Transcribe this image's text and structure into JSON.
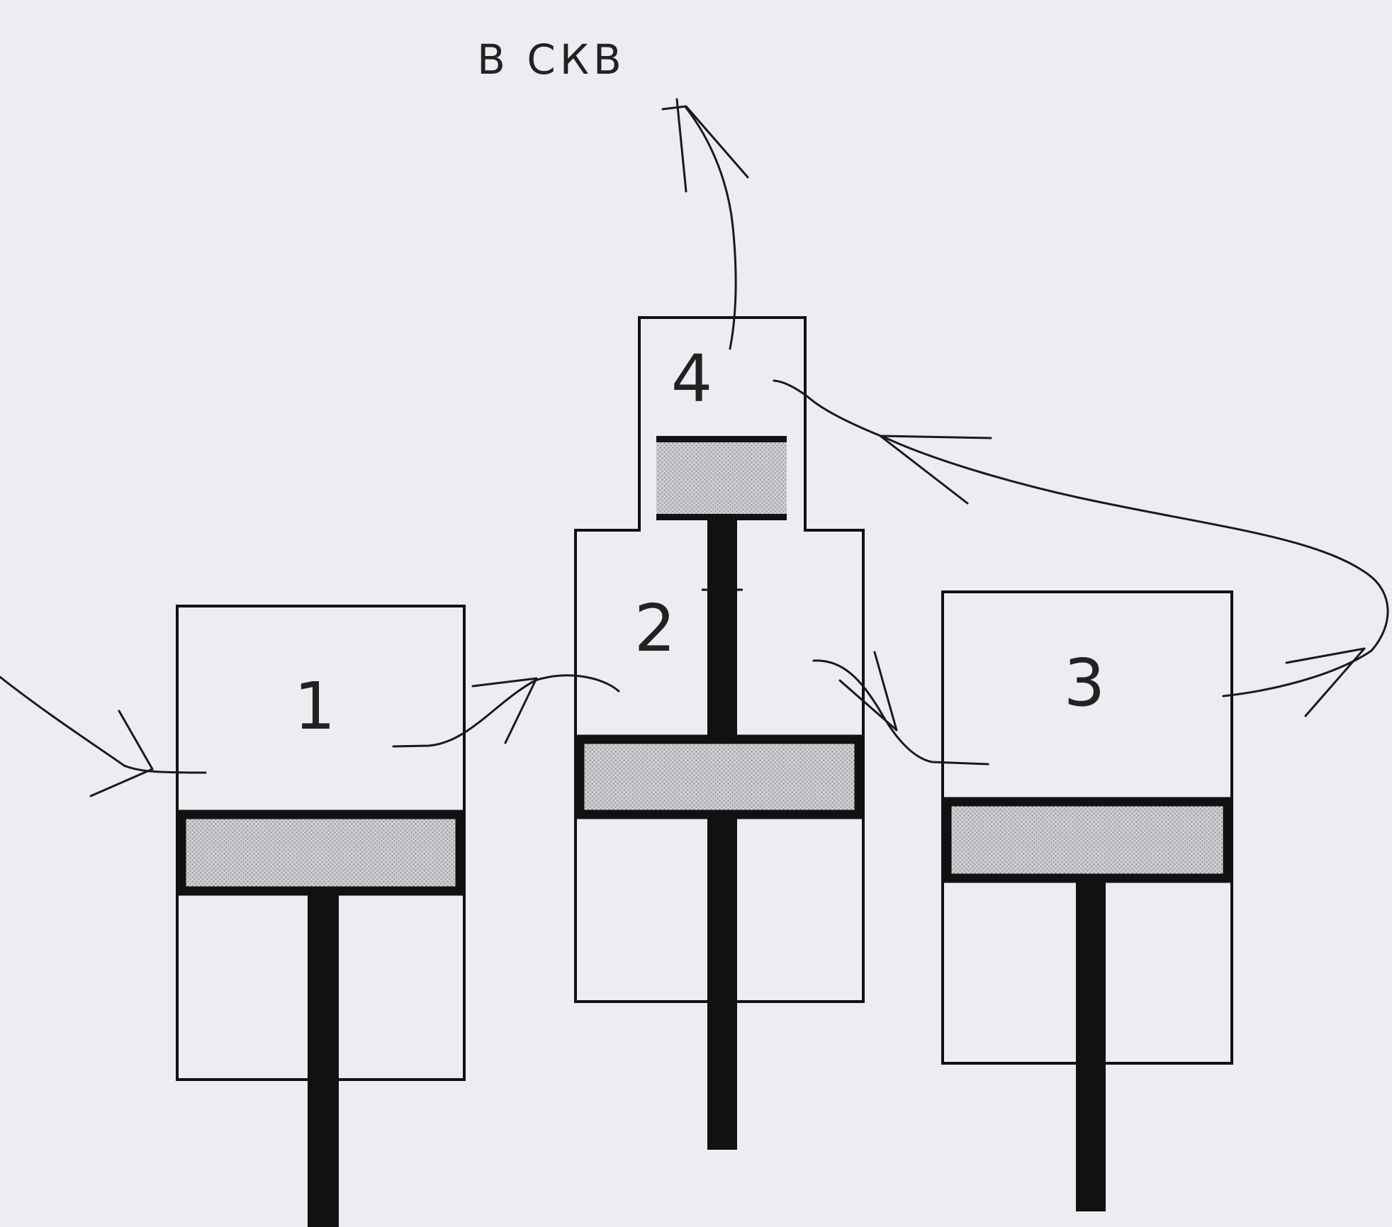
{
  "diagram": {
    "top_label": "В СКВ",
    "chambers": [
      {
        "id": "1",
        "label": "1"
      },
      {
        "id": "2",
        "label": "2"
      },
      {
        "id": "3",
        "label": "3"
      },
      {
        "id": "4",
        "label": "4"
      }
    ]
  },
  "colors": {
    "background": "#ecedf1",
    "line": "#111111",
    "piston_fill": "#c4c4c8"
  }
}
